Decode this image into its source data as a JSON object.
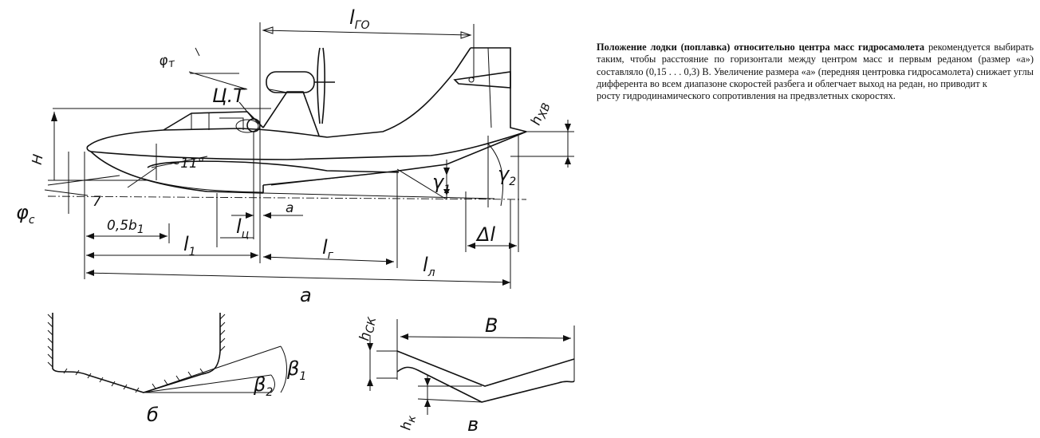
{
  "figure": {
    "labels": {
      "l_go": "l",
      "l_go_sub": "ГО",
      "phi_t": "φ",
      "phi_t_sub": "т",
      "cg": "Ц.Т",
      "h_xv": "h",
      "h_xv_sub": "ХВ",
      "H": "H",
      "angle_11": "~11°",
      "seven": "7",
      "phi_s": "φ",
      "phi_s_sub": "с",
      "gamma1": "γ",
      "gamma1_sub": "1",
      "gamma2": "γ",
      "gamma2_sub": "2",
      "a_small": "a",
      "l_c": "l",
      "l_c_sub": "ц",
      "half_b1": "0,5b",
      "half_b1_sub": "1",
      "l1": "l",
      "l1_sub": "1",
      "l2": "l",
      "l2_sub": "г",
      "delta_l": "Δl",
      "l_l": "l",
      "l_l_sub": "л",
      "caption_a": "а",
      "beta2": "β",
      "beta2_sub": "2",
      "beta1": "β",
      "beta1_sub": "1",
      "caption_b": "б",
      "h_sk": "h",
      "h_sk_sub": "СК",
      "B": "B",
      "h_k": "h",
      "h_k_sub": "к",
      "caption_v": "в"
    }
  },
  "text": {
    "para1_bold": "Положение лодки (поплавка) относительно центра масс гидросамолета",
    "para1_rest": " рекомендуется выбирать таким, чтобы расстояние по горизонтали между центром масс и первым реданом (размер «а») составляло (0,15 . . . 0,3) B. Увеличение размера «а» (передняя центровка гидросамолета) снижает углы дифферента во всем диапазоне скоростей разбега и облегчает выход на редан, но приводит к",
    "para2": "росту гидродинамического сопротивления на предвзлетных скоростях."
  }
}
